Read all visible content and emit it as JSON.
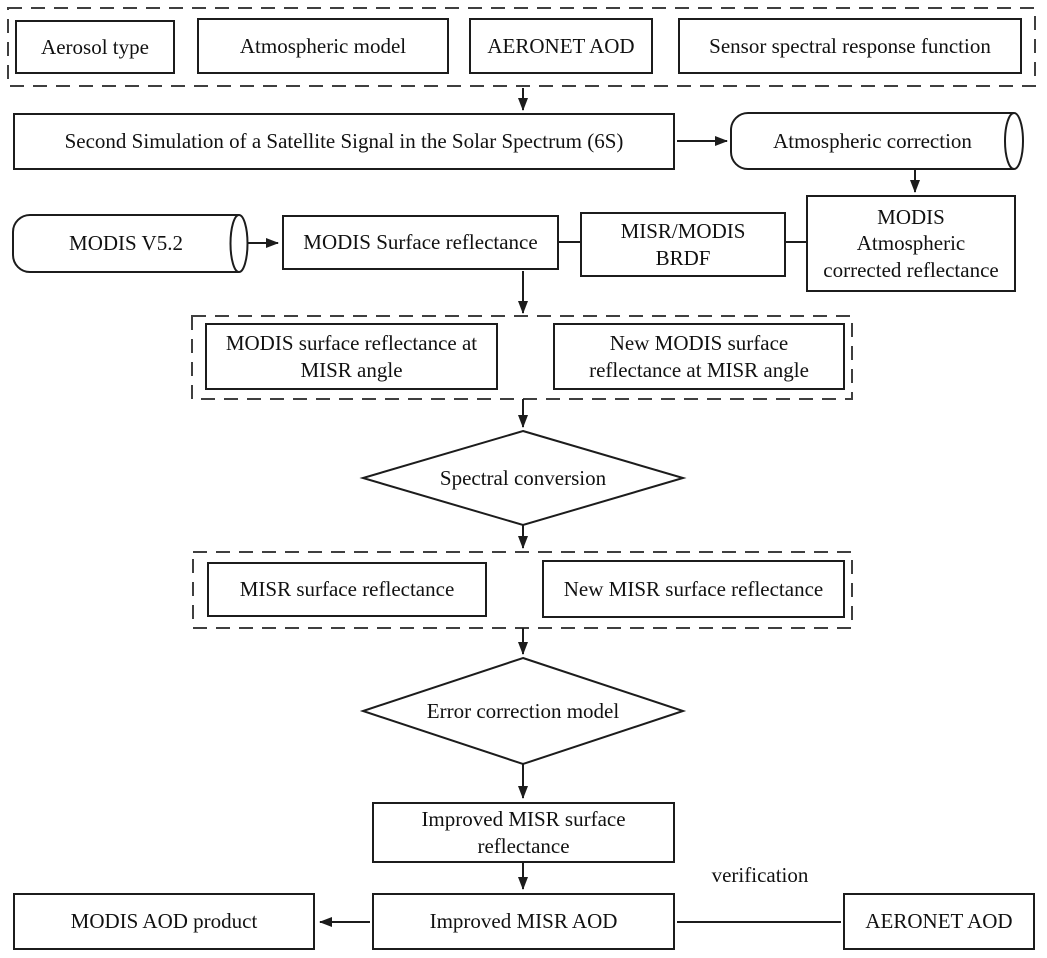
{
  "diagram": {
    "type": "flowchart",
    "colors": {
      "stroke": "#1c1c1c",
      "dashed_stroke": "#3f3f3f",
      "background": "#ffffff",
      "text": "#111111"
    },
    "nodes": {
      "aerosol_type": {
        "label": "Aerosol type",
        "shape": "rect"
      },
      "atmospheric_model": {
        "label": "Atmospheric model",
        "shape": "rect"
      },
      "aeronet_aod_top": {
        "label": "AERONET AOD",
        "shape": "rect"
      },
      "sensor_spectral_response": {
        "label": "Sensor spectral response function",
        "shape": "rect"
      },
      "six_s": {
        "label": "Second Simulation of a Satellite Signal in the Solar Spectrum (6S)",
        "shape": "rect"
      },
      "atmospheric_correction": {
        "label": "Atmospheric correction",
        "shape": "cylinder"
      },
      "modis_v52": {
        "label": "MODIS V5.2",
        "shape": "cylinder"
      },
      "modis_surface_reflectance": {
        "label": "MODIS Surface reflectance",
        "shape": "rect"
      },
      "misr_modis_brdf": {
        "lines": [
          "MISR/MODIS",
          "BRDF"
        ],
        "shape": "rect"
      },
      "modis_atm_corrected": {
        "lines": [
          "MODIS",
          "Atmospheric",
          "corrected reflectance"
        ],
        "shape": "rect"
      },
      "modis_sr_misr_angle": {
        "lines": [
          "MODIS surface reflectance at",
          "MISR angle"
        ],
        "shape": "rect"
      },
      "new_modis_sr_misr_angle": {
        "lines": [
          "New MODIS surface",
          "reflectance at MISR angle"
        ],
        "shape": "rect"
      },
      "spectral_conversion": {
        "label": "Spectral conversion",
        "shape": "diamond"
      },
      "misr_surface_reflectance": {
        "label": "MISR surface reflectance",
        "shape": "rect"
      },
      "new_misr_surface_reflectance": {
        "label": "New MISR surface reflectance",
        "shape": "rect"
      },
      "error_correction_model": {
        "label": "Error correction model",
        "shape": "diamond"
      },
      "improved_misr_sr": {
        "lines": [
          "Improved MISR surface",
          "reflectance"
        ],
        "shape": "rect"
      },
      "improved_misr_aod": {
        "label": "Improved MISR AOD",
        "shape": "rect"
      },
      "modis_aod_product": {
        "label": "MODIS AOD product",
        "shape": "rect"
      },
      "aeronet_aod_bottom": {
        "label": "AERONET AOD",
        "shape": "rect"
      }
    },
    "groups": {
      "inputs_group": {
        "style": "dashed",
        "members": [
          "aerosol_type",
          "atmospheric_model",
          "aeronet_aod_top",
          "sensor_spectral_response"
        ]
      },
      "modis_angle_group": {
        "style": "dashed",
        "members": [
          "modis_sr_misr_angle",
          "new_modis_sr_misr_angle"
        ]
      },
      "misr_reflectance_group": {
        "style": "dashed",
        "members": [
          "misr_surface_reflectance",
          "new_misr_surface_reflectance"
        ]
      }
    },
    "edges": [
      {
        "from": "inputs_group",
        "to": "six_s",
        "type": "arrow"
      },
      {
        "from": "six_s",
        "to": "atmospheric_correction",
        "type": "arrow"
      },
      {
        "from": "atmospheric_correction",
        "to": "modis_atm_corrected",
        "type": "arrow"
      },
      {
        "from": "modis_v52",
        "to": "modis_surface_reflectance",
        "type": "arrow"
      },
      {
        "from": "modis_surface_reflectance",
        "to": "misr_modis_brdf",
        "type": "line"
      },
      {
        "from": "misr_modis_brdf",
        "to": "modis_atm_corrected",
        "type": "line"
      },
      {
        "from": "modis_surface_reflectance",
        "to": "modis_angle_group",
        "type": "arrow"
      },
      {
        "from": "modis_angle_group",
        "to": "spectral_conversion",
        "type": "arrow"
      },
      {
        "from": "spectral_conversion",
        "to": "misr_reflectance_group",
        "type": "arrow"
      },
      {
        "from": "misr_reflectance_group",
        "to": "error_correction_model",
        "type": "arrow"
      },
      {
        "from": "error_correction_model",
        "to": "improved_misr_sr",
        "type": "arrow"
      },
      {
        "from": "improved_misr_sr",
        "to": "improved_misr_aod",
        "type": "arrow"
      },
      {
        "from": "improved_misr_aod",
        "to": "modis_aod_product",
        "type": "arrow"
      },
      {
        "from": "aeronet_aod_bottom",
        "to": "improved_misr_aod",
        "type": "line",
        "label": "verification"
      }
    ],
    "edge_labels": {
      "verification": "verification"
    }
  }
}
